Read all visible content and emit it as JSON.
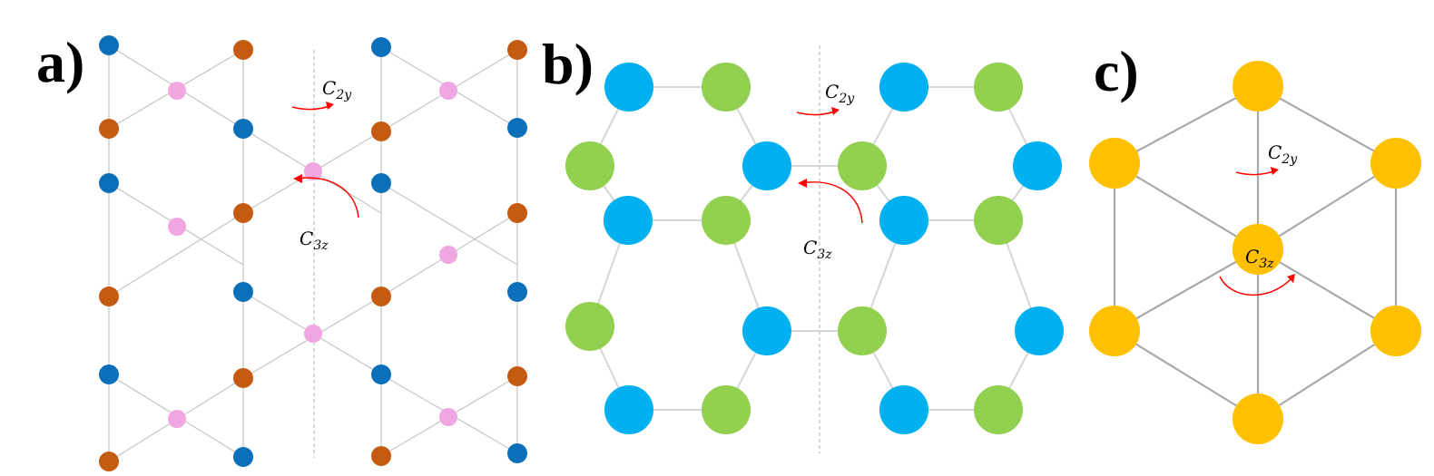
{
  "panels": {
    "a": {
      "label": "a)",
      "op_c2y": {
        "main": "C",
        "sub": "2y"
      },
      "op_c3z": {
        "main": "C",
        "sub": "3z"
      }
    },
    "b": {
      "label": "b)",
      "op_c2y": {
        "main": "C",
        "sub": "2y"
      },
      "op_c3z": {
        "main": "C",
        "sub": "3z"
      }
    },
    "c": {
      "label": "c)",
      "op_c2y": {
        "main": "C",
        "sub": "2y"
      },
      "op_c3z": {
        "main": "C",
        "sub": "3z"
      }
    }
  },
  "colors": {
    "a_site_blue": "#0b6fba",
    "a_site_orange": "#c55a11",
    "a_site_pink": "#f0a6e0",
    "b_site_blue": "#00b0f0",
    "b_site_green": "#92d050",
    "c_site_yellow": "#ffc000",
    "arrow": "#ff0000"
  }
}
